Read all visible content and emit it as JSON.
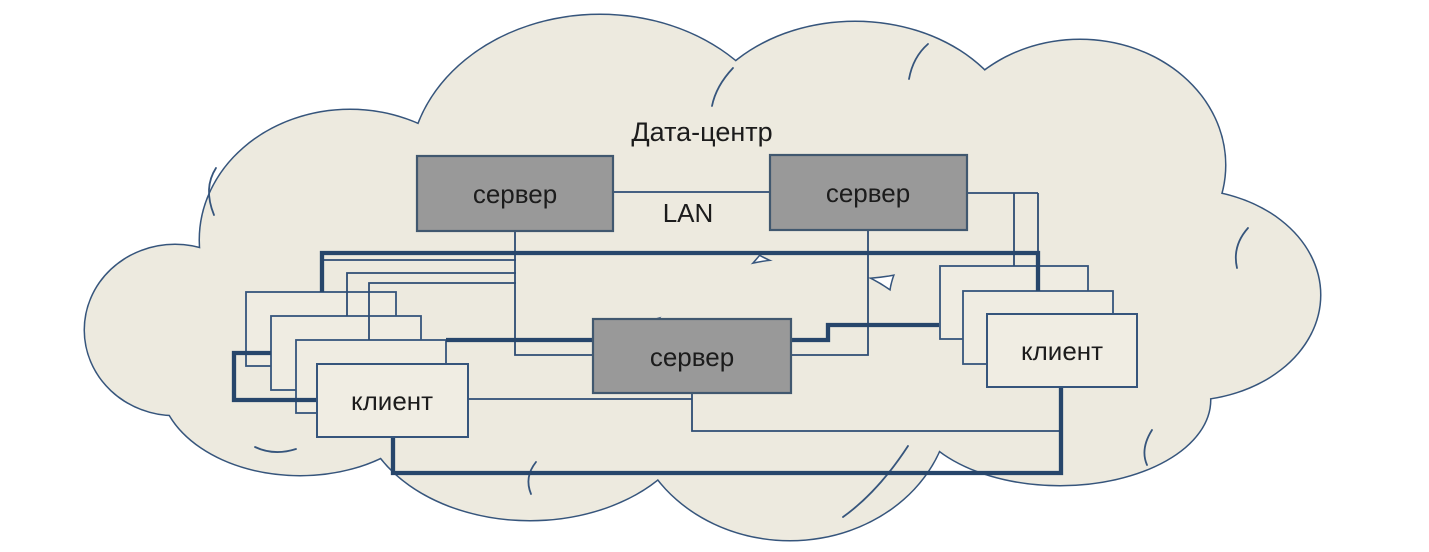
{
  "diagram": {
    "title": "Дата-центр",
    "lan_label": "LAN",
    "nodes": {
      "server_top_left": {
        "label": "сервер",
        "type": "server"
      },
      "server_top_right": {
        "label": "сервер",
        "type": "server"
      },
      "server_middle": {
        "label": "сервер",
        "type": "server"
      },
      "client_left": {
        "label": "клиент",
        "type": "client",
        "stacked_copies": 4
      },
      "client_right": {
        "label": "клиент",
        "type": "client",
        "stacked_copies": 3
      }
    },
    "connections": [
      {
        "from": "server_top_left",
        "to": "server_top_right",
        "label": "LAN"
      },
      {
        "from": "server_top_left",
        "to": "server_middle"
      },
      {
        "from": "server_top_left",
        "to": "client_left"
      },
      {
        "from": "server_top_right",
        "to": "server_middle"
      },
      {
        "from": "server_top_right",
        "to": "client_right"
      },
      {
        "from": "server_middle",
        "to": "client_left"
      },
      {
        "from": "server_middle",
        "to": "client_right"
      },
      {
        "from": "client_left",
        "to": "client_right"
      }
    ],
    "colors": {
      "background": "#FFFFFF",
      "cloud_fill": "#EDEADF",
      "cloud_outline": "#36557C",
      "server_fill": "#999999",
      "server_border": "#41586F",
      "client_fill": "#F0EDE3",
      "client_border": "#36557C",
      "connector": "#2E4D74",
      "label_text": "#1C1C1C"
    }
  }
}
